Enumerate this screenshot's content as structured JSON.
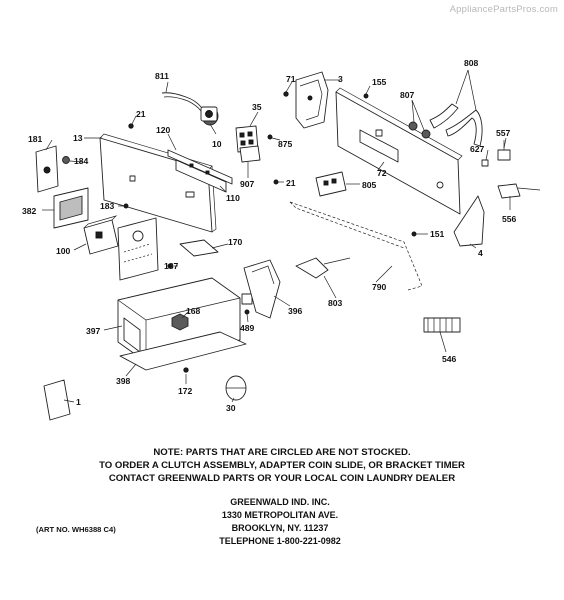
{
  "watermark": "AppliancePartsPros.com",
  "part_labels": {
    "p811": "811",
    "p71": "71",
    "p3": "3",
    "p155": "155",
    "p808": "808",
    "p807": "807",
    "p21a": "21",
    "p35": "35",
    "p13": "13",
    "p120": "120",
    "p10": "10",
    "p181": "181",
    "p184": "184",
    "p875": "875",
    "p72": "72",
    "p557": "557",
    "p627": "627",
    "p907": "907",
    "p21b": "21",
    "p805": "805",
    "p382": "382",
    "p110": "110",
    "p183": "183",
    "p556": "556",
    "p151": "151",
    "p100": "100",
    "p170": "170",
    "p4": "4",
    "p187": "187",
    "p790": "790",
    "p803": "803",
    "p168": "168",
    "p396": "396",
    "p397": "397",
    "p489": "489",
    "p546": "546",
    "p398": "398",
    "p172": "172",
    "p1": "1",
    "p30": "30"
  },
  "note": {
    "line1": "NOTE: PARTS THAT ARE CIRCLED ARE NOT STOCKED.",
    "line2": "TO ORDER A CLUTCH ASSEMBLY, ADAPTER COIN SLIDE, OR BRACKET TIMER",
    "line3": "CONTACT GREENWALD PARTS OR YOUR LOCAL COIN LAUNDRY DEALER"
  },
  "address": {
    "line1": "GREENWALD IND. INC.",
    "line2": "1330 METROPOLITAN AVE.",
    "line3": "BROOKLYN, NY. 11237",
    "line4": "TELEPHONE 1-800-221-0982"
  },
  "art_no": "(ART NO. WH6388 C4)"
}
